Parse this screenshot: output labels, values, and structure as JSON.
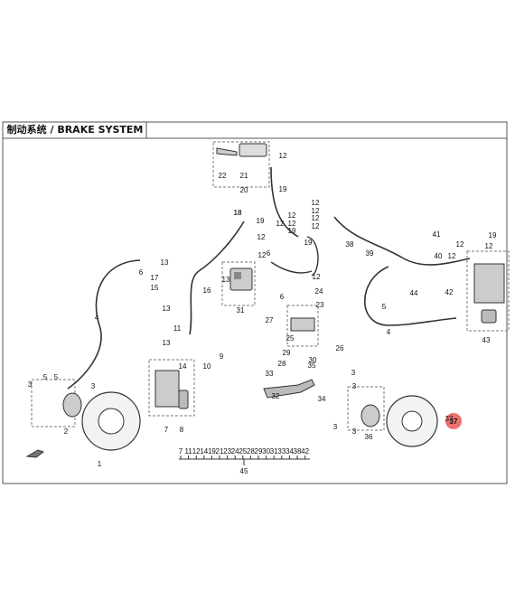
{
  "title": "制动系统 / BRAKE SYSTEM",
  "highlight_color": "#ee6f6f",
  "callouts": [
    "22",
    "21",
    "20",
    "12",
    "19",
    "18",
    "19",
    "12",
    "12",
    "19",
    "12",
    "12",
    "12",
    "12",
    "19",
    "12",
    "38",
    "41",
    "12",
    "19",
    "40",
    "12",
    "39",
    "12",
    "42",
    "6",
    "13",
    "17",
    "15",
    "11",
    "13",
    "13",
    "10",
    "9",
    "16",
    "12",
    "7",
    "8",
    "18",
    "13",
    "12",
    "6",
    "31",
    "12",
    "6",
    "24",
    "23",
    "25",
    "26",
    "27",
    "29",
    "28",
    "35",
    "33",
    "30",
    "34",
    "32",
    "44",
    "43",
    "4",
    "4",
    "5",
    "3",
    "3",
    "2",
    "5",
    "3",
    "1",
    "3",
    "3",
    "3",
    "36",
    "37",
    "5",
    "14",
    "45"
  ],
  "kit_numbers": [
    "7",
    "11",
    "12",
    "14",
    "19",
    "21",
    "23",
    "24",
    "25",
    "28",
    "29",
    "30",
    "31",
    "33",
    "34",
    "38",
    "42"
  ],
  "kit_part": "45",
  "highlighted_part": "37"
}
